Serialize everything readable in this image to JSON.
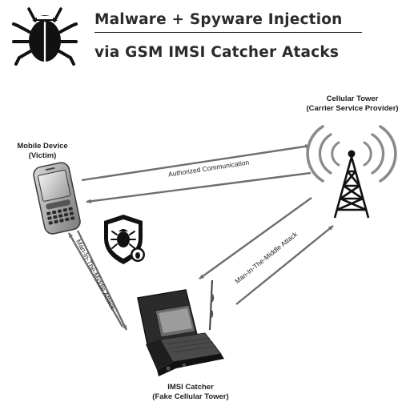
{
  "header": {
    "title_line_1": "Malware + Spyware Injection",
    "title_line_2": "via GSM IMSI Catcher Atacks"
  },
  "nodes": {
    "mobile": {
      "name": "Mobile Device",
      "role": "(Victim)"
    },
    "tower": {
      "name": "Cellular Tower",
      "role": "(Carrier Service Provider)"
    },
    "catcher": {
      "name": "IMSI Catcher",
      "role": "(Fake Cellular Tower)"
    }
  },
  "edges": {
    "authorized": "Authorized Communication",
    "mitm_left": "Man-In-The-Middle Attack",
    "mitm_right": "Man-In-The-Middle Attack"
  },
  "icons": {
    "header": "bug-icon",
    "mobile": "smartphone-icon",
    "tower": "radio-tower-icon",
    "catcher": "laptop-case-icon",
    "shield": "shield-bug-icon"
  },
  "colors": {
    "title": "#2b2b2b",
    "arrow": "#6e6e6e",
    "icon": "#111111"
  }
}
